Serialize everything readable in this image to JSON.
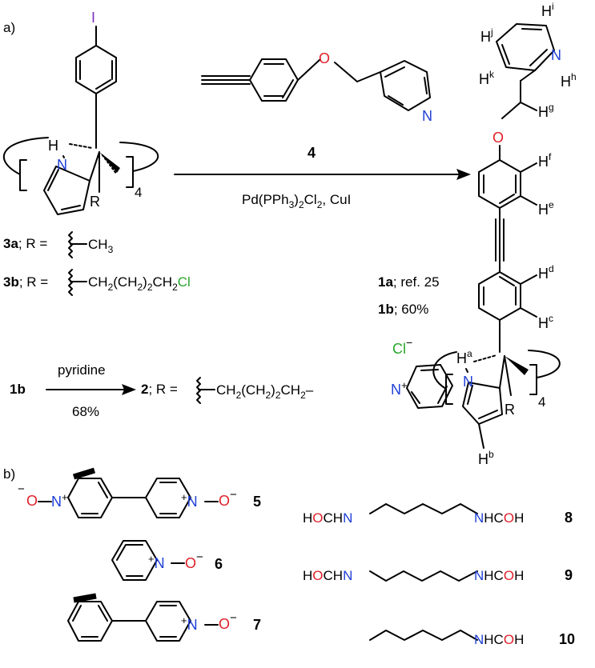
{
  "panels": {
    "a": "a)",
    "b": "b)"
  },
  "colors": {
    "iodine": "#7b2fbe",
    "nitrogen": "#1f3fd6",
    "oxygen": "#e0202a",
    "chlorine": "#29a829"
  },
  "reaction1": {
    "reagent_number": "4",
    "conditions": {
      "pre": "Pd(PPh",
      "sub1": "3",
      "mid": ")",
      "sub2": "2",
      "post": "Cl",
      "sub3": "2",
      "tail": ", CuI"
    },
    "reactant_label": "3a",
    "reactant_b_label": "3b",
    "product_1a": "1a",
    "product_1a_note": "; ref. 25",
    "product_1b": "1b",
    "product_1b_note": "; 60%"
  },
  "substituents": {
    "r_eq": "; R =",
    "methyl": "CH",
    "methyl_sub": "3",
    "chain_a": "CH",
    "chain_a_sub": "2",
    "chain_b": "(CH",
    "chain_b_sub1": "2",
    "chain_c": ")",
    "chain_c_sub": "2",
    "chain_d": "CH",
    "chain_d_sub": "2",
    "chlorine": "Cl"
  },
  "reaction2": {
    "start": "1b",
    "reagent": "pyridine",
    "yield": "68%",
    "product": "2",
    "r_eq": "; R =",
    "chain_e": "CH",
    "chain_e_sub": "2",
    "chain_f": "(CH",
    "chain_f_sub": "2",
    "chain_g": ")",
    "chain_g_sub": "2",
    "chain_h": "CH",
    "chain_h_sub": "2",
    "chain_i": "–",
    "anion": "Cl",
    "anion_charge": "−",
    "cation_charge": "+"
  },
  "atoms": {
    "I": "I",
    "N": "N",
    "O": "O",
    "H": "H",
    "R": "R",
    "four": "4",
    "minus": "−",
    "plus": "+",
    "hcoh_a": "HOCH",
    "hcoh_b": "NHCOH",
    "hcoh_c": "HOCHN"
  },
  "proton_labels": [
    "H",
    "i",
    "j",
    "k",
    "h",
    "g",
    "f",
    "e",
    "d",
    "c",
    "a",
    "b"
  ],
  "compounds_b": {
    "c5": "5",
    "c6": "6",
    "c7": "7",
    "c8": "8",
    "c9": "9",
    "c10": "10"
  }
}
